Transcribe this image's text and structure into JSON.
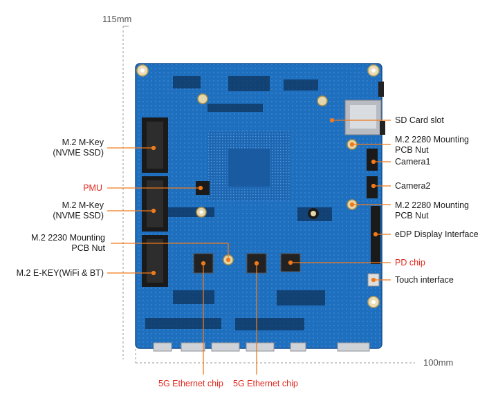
{
  "dimensions": {
    "height_label": "115mm",
    "width_label": "100mm"
  },
  "labels_left": {
    "mkey_top_line1": "M.2 M-Key",
    "mkey_top_line2": "(NVME SSD)",
    "pmu": "PMU",
    "mkey_bottom_line1": "M.2 M-Key",
    "mkey_bottom_line2": "(NVME SSD)",
    "m2_2230_line1": "M.2 2230 Mounting",
    "m2_2230_line2": "PCB Nut",
    "ekey": "M.2 E-KEY(WiFi & BT)"
  },
  "labels_right": {
    "sd_card": "SD Card slot",
    "m2_2280_top_line1": "M.2 2280 Mounting",
    "m2_2280_top_line2": "PCB Nut",
    "camera1": "Camera1",
    "camera2": "Camera2",
    "m2_2280_bottom_line1": "M.2 2280 Mounting",
    "m2_2280_bottom_line2": "PCB Nut",
    "edp": "eDP Display Interface",
    "pd_chip": "PD chip",
    "touch": "Touch interface"
  },
  "labels_bottom": {
    "eth1": "5G Ethernet chip",
    "eth2": "5G Ethernet chip"
  },
  "colors": {
    "pcb": "#1f6fbf",
    "pcb_dark": "#1a5aa0",
    "leader_line": "#f07a1a",
    "highlight_text": "#e0281d",
    "text": "#1a1a1a"
  }
}
